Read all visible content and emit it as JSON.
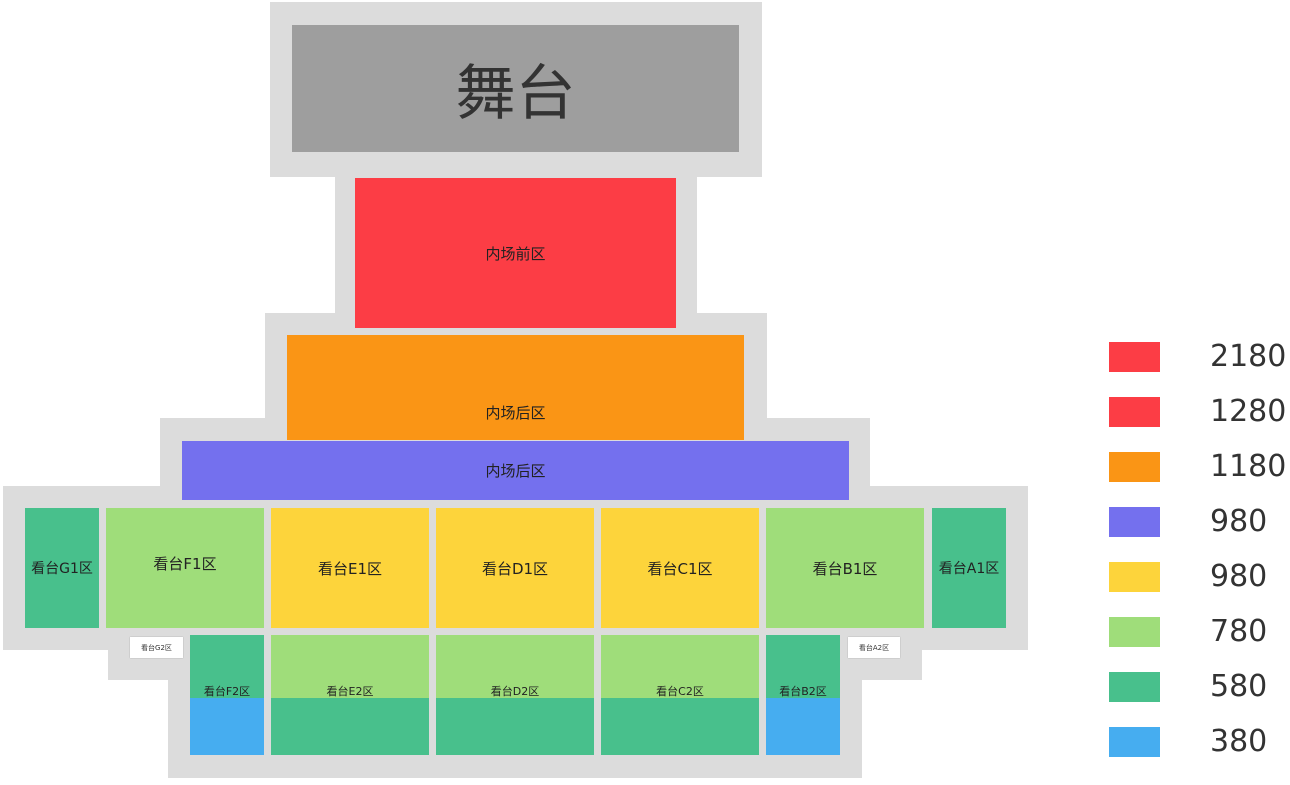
{
  "stage": {
    "label": "舞台"
  },
  "sections": {
    "inner_front": "内场前区",
    "inner_back_1": "内场后区",
    "inner_back_2": "内场后区",
    "g1": "看台G1区",
    "f1": "看台F1区",
    "e1": "看台E1区",
    "d1": "看台D1区",
    "c1": "看台C1区",
    "b1": "看台B1区",
    "a1": "看台A1区",
    "g2": "看台G2区",
    "f2": "看台F2区",
    "e2": "看台E2区",
    "d2": "看台D2区",
    "c2": "看台C2区",
    "b2": "看台B2区",
    "a2": "看台A2区"
  },
  "legend": [
    {
      "price": "2180",
      "color": "#fc3d45"
    },
    {
      "price": "1280",
      "color": "#fc3d45"
    },
    {
      "price": "1180",
      "color": "#fa9515"
    },
    {
      "price": "980",
      "color": "#7470ee"
    },
    {
      "price": "980",
      "color": "#fdd43b"
    },
    {
      "price": "780",
      "color": "#9fdd7a"
    },
    {
      "price": "580",
      "color": "#48c08c"
    },
    {
      "price": "380",
      "color": "#46adf0"
    }
  ]
}
